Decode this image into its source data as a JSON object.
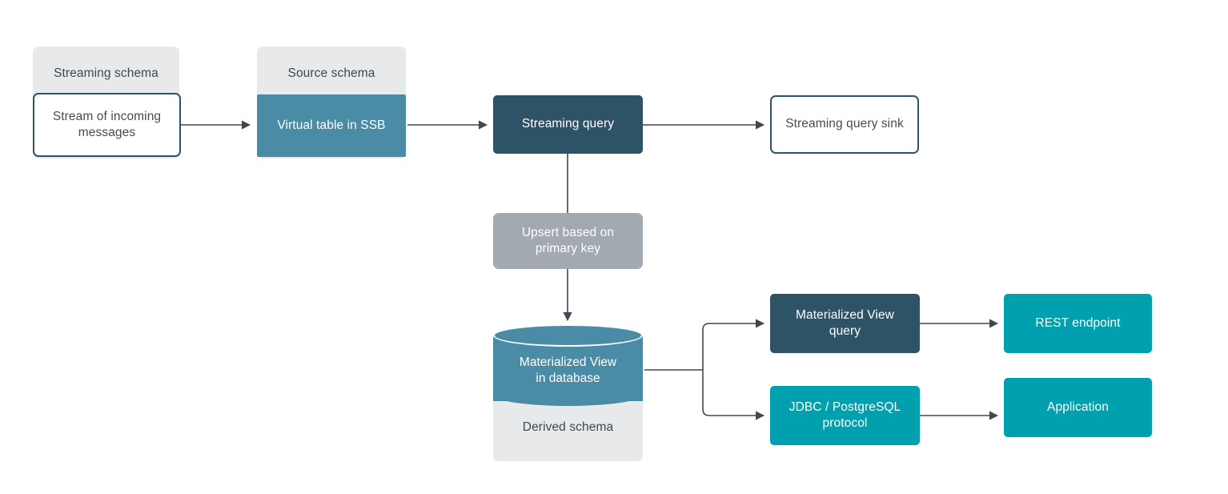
{
  "diagram": {
    "title": "SQL Stream Builder materialized view flow",
    "colors": {
      "light_grey": "#e8e9ea",
      "grey": "#a2a9b0",
      "navy": "#2e5266",
      "blue": "#4a8ba5",
      "teal": "#00a0ae",
      "text_dark": "#434c55",
      "white": "#ffffff",
      "edge": "#3d4852"
    },
    "groups": {
      "streaming_schema_label": "Streaming schema",
      "source_schema_label": "Source schema",
      "derived_schema_label": "Derived schema"
    },
    "nodes": {
      "stream_of_incoming_messages": "Stream of incoming\nmessages",
      "virtual_table_in_ssb": "Virtual table in SSB",
      "streaming_query": "Streaming query",
      "streaming_query_sink": "Streaming query sink",
      "upsert_based_on_primary_key": "Upsert based on\nprimary key",
      "materialized_view_in_database": "Materialized View\nin database",
      "materialized_view_query": "Materialized View\nquery",
      "jdbc_postgresql_protocol": "JDBC / PostgreSQL\nprotocol",
      "rest_endpoint": "REST endpoint",
      "application": "Application"
    }
  }
}
